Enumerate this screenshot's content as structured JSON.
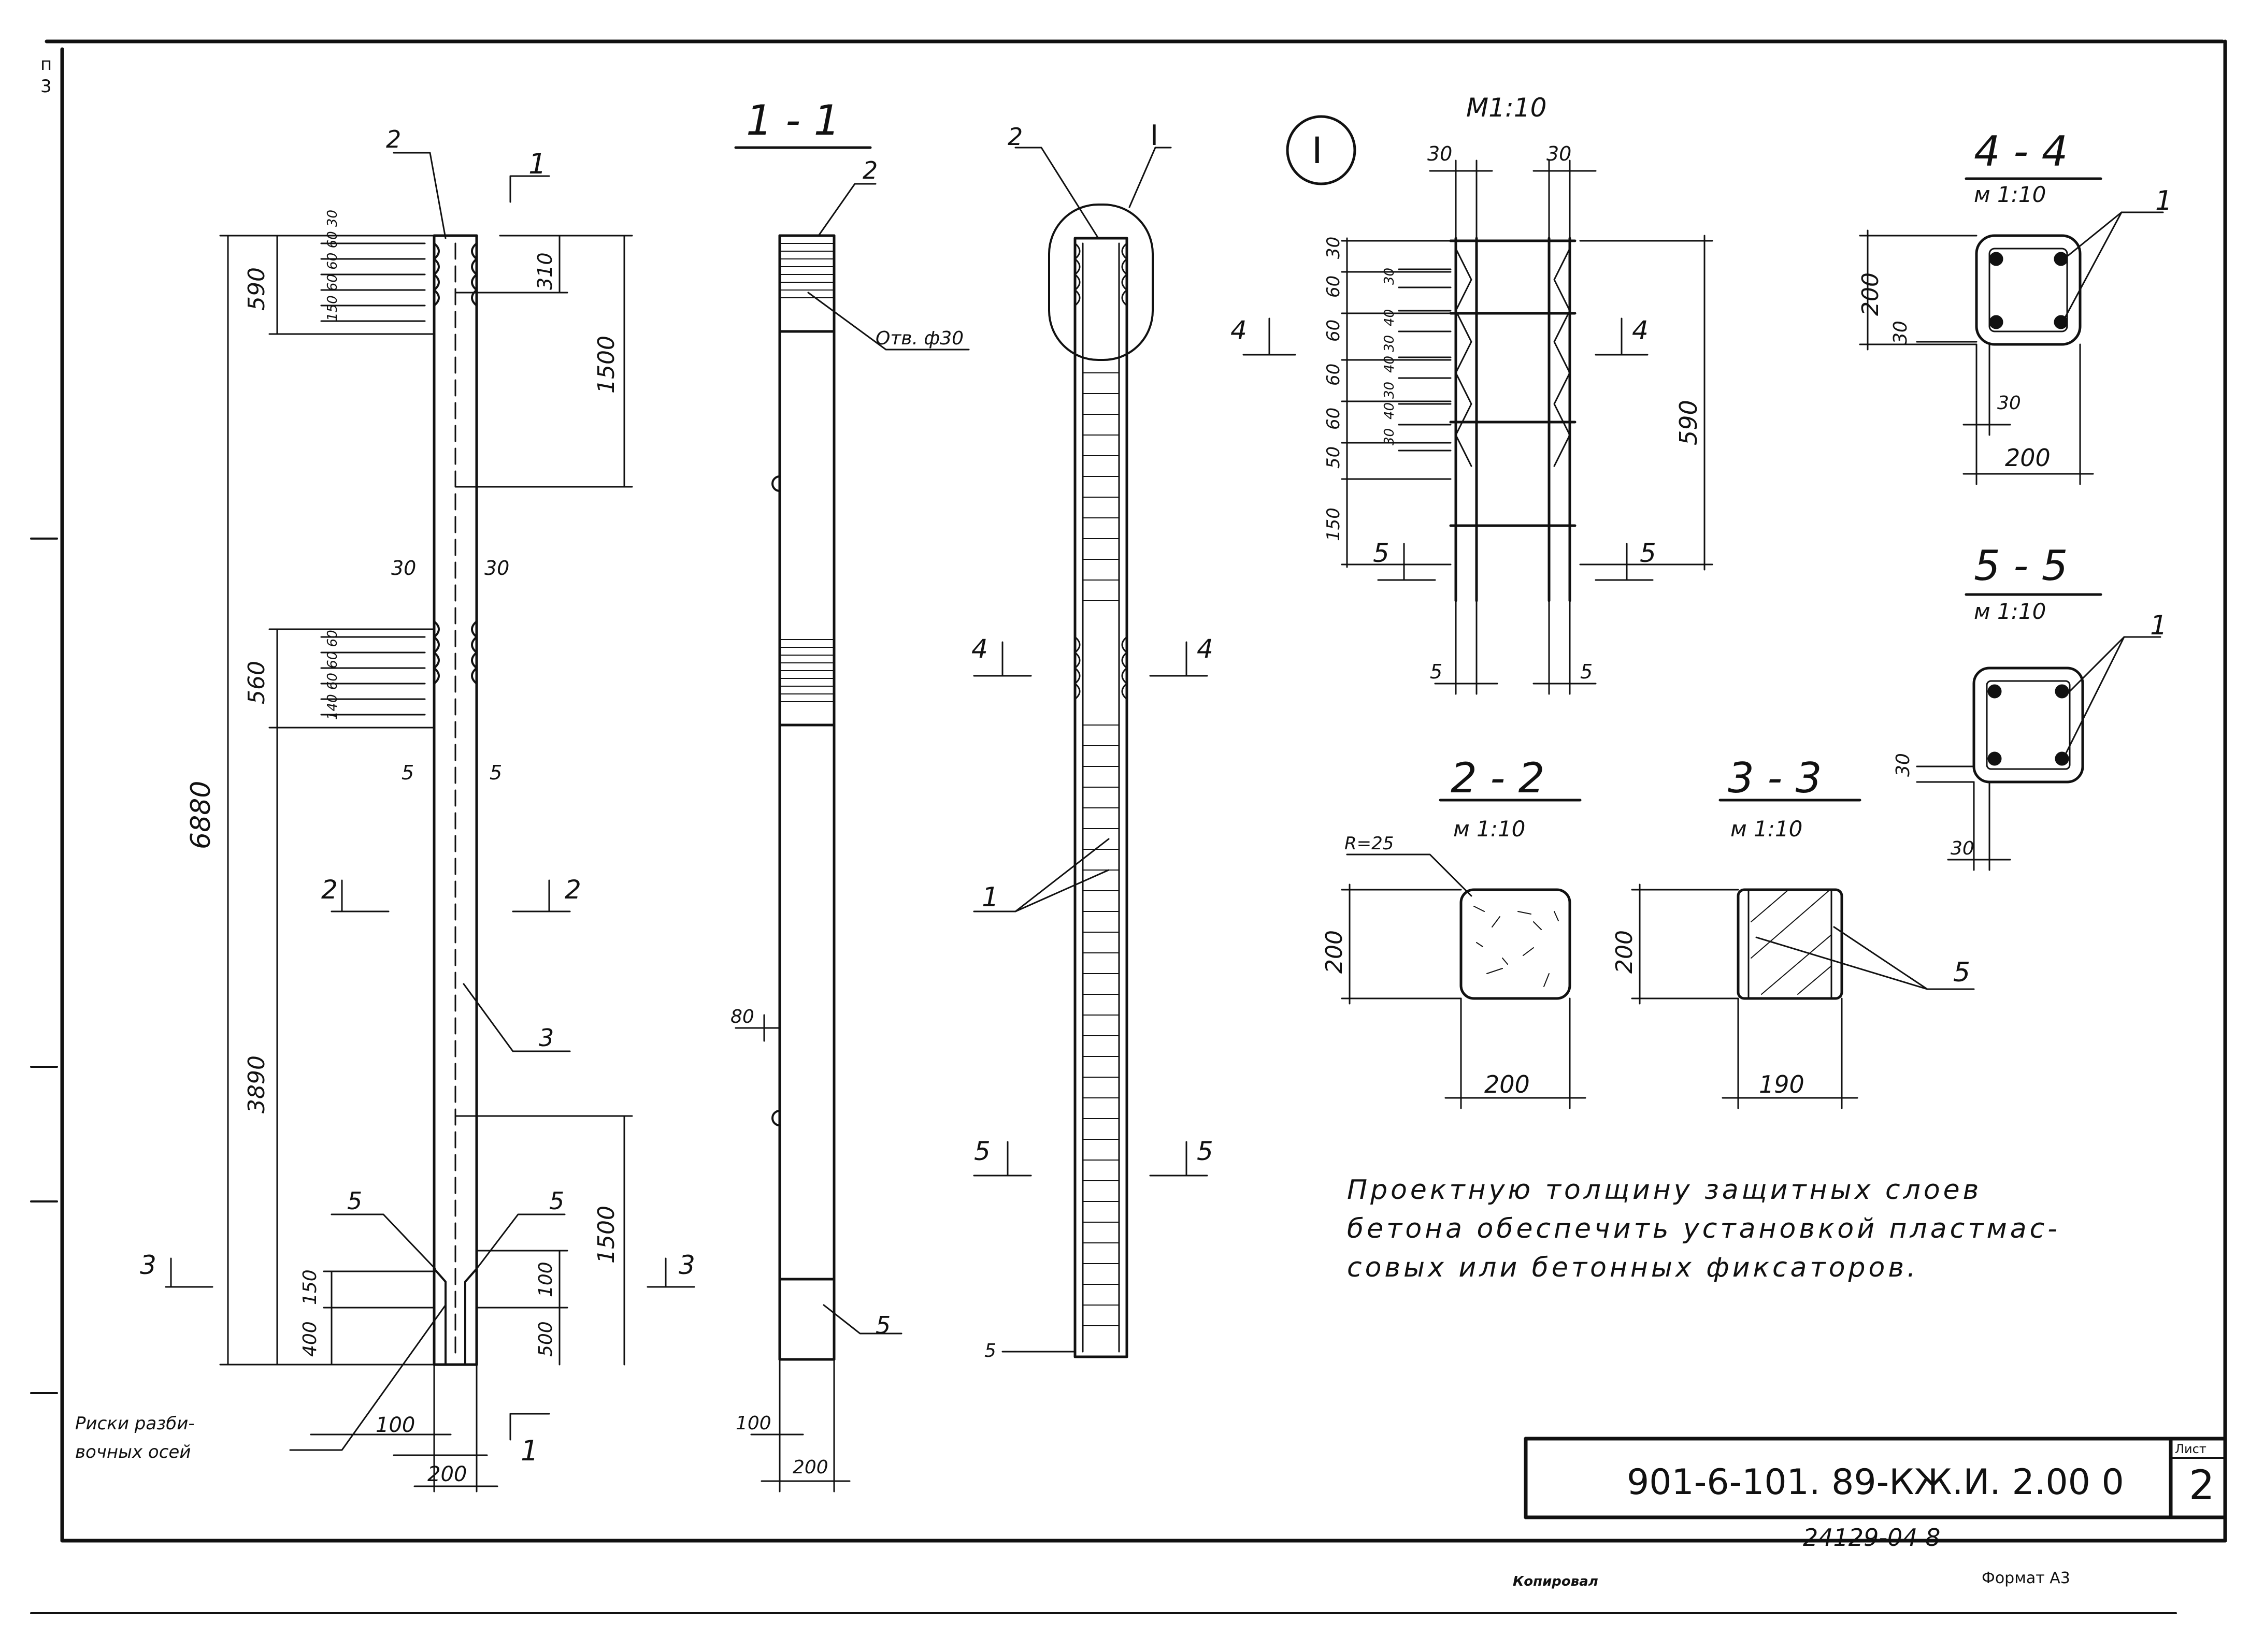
{
  "sheet": {
    "title_code": "901-6-101. 89-КЖ.И. 2.00 0",
    "sheet_label": "Лист",
    "sheet_number": "2",
    "inventory_number": "24129-04  8",
    "copied_label": "Копировал",
    "format_label": "Формат А3",
    "margin_marks": [
      "п",
      "3"
    ]
  },
  "views": {
    "column_elevation": {
      "section_marks": [
        "1",
        "1",
        "2",
        "2",
        "3",
        "3"
      ],
      "callouts": [
        "2",
        "3",
        "5",
        "5"
      ],
      "dims": {
        "total": "6880",
        "top_zone": "590",
        "mid_zone": "560",
        "lower": "3890",
        "upper_1500": "1500",
        "lower_1500": "1500",
        "d310": "310",
        "d30a": "30",
        "d30b": "30",
        "d5a": "5",
        "d5b": "5",
        "d150": "150",
        "d400": "400",
        "d100": "100",
        "d500": "500",
        "bottom_100": "100",
        "width": "200",
        "top_stack": "150 60 60 60 30",
        "mid_stack": "140 60 60 60"
      },
      "note": "Риски разби-\nвочных осей"
    },
    "section_1_1": {
      "title": "1 - 1",
      "callouts": [
        "2",
        "5"
      ],
      "hole_label": "Отв. ф30",
      "dims": {
        "d80": "80",
        "d100": "100",
        "d200": "200"
      }
    },
    "reinforcement_view": {
      "callouts": [
        "2",
        "I",
        "1"
      ],
      "section_marks": [
        "4",
        "4",
        "5",
        "5"
      ],
      "dims": {
        "d5": "5"
      }
    },
    "detail_I": {
      "label": "I",
      "scale": "М1:10",
      "section_marks": [
        "4",
        "4",
        "5",
        "5"
      ],
      "dims": {
        "top_30a": "30",
        "top_30b": "30",
        "left_stack": [
          "30",
          "60",
          "60",
          "60",
          "60",
          "50",
          "150"
        ],
        "inner_stack": [
          "30",
          "40",
          "30",
          "40",
          "30",
          "40",
          "30"
        ],
        "height": "590",
        "bottom_5a": "5",
        "bottom_5b": "5"
      }
    },
    "section_4_4": {
      "title": "4 - 4",
      "scale": "м 1:10",
      "callout": "1",
      "dims": {
        "h": "200",
        "c1": "30",
        "c2": "30",
        "w": "200"
      }
    },
    "section_5_5": {
      "title": "5 - 5",
      "scale": "м 1:10",
      "callout": "1",
      "dims": {
        "c1": "30",
        "c2": "30"
      }
    },
    "section_2_2": {
      "title": "2 - 2",
      "scale": "м 1:10",
      "radius": "R=25",
      "dims": {
        "h": "200",
        "w": "200"
      }
    },
    "section_3_3": {
      "title": "3 - 3",
      "scale": "м 1:10",
      "callout": "5",
      "dims": {
        "h": "200",
        "w": "190"
      }
    }
  },
  "notes": {
    "main_note": [
      "Проектную толщину защитных слоев",
      "бетона обеспечить установкой пластмас-",
      "совых или бетонных фиксаторов."
    ]
  }
}
